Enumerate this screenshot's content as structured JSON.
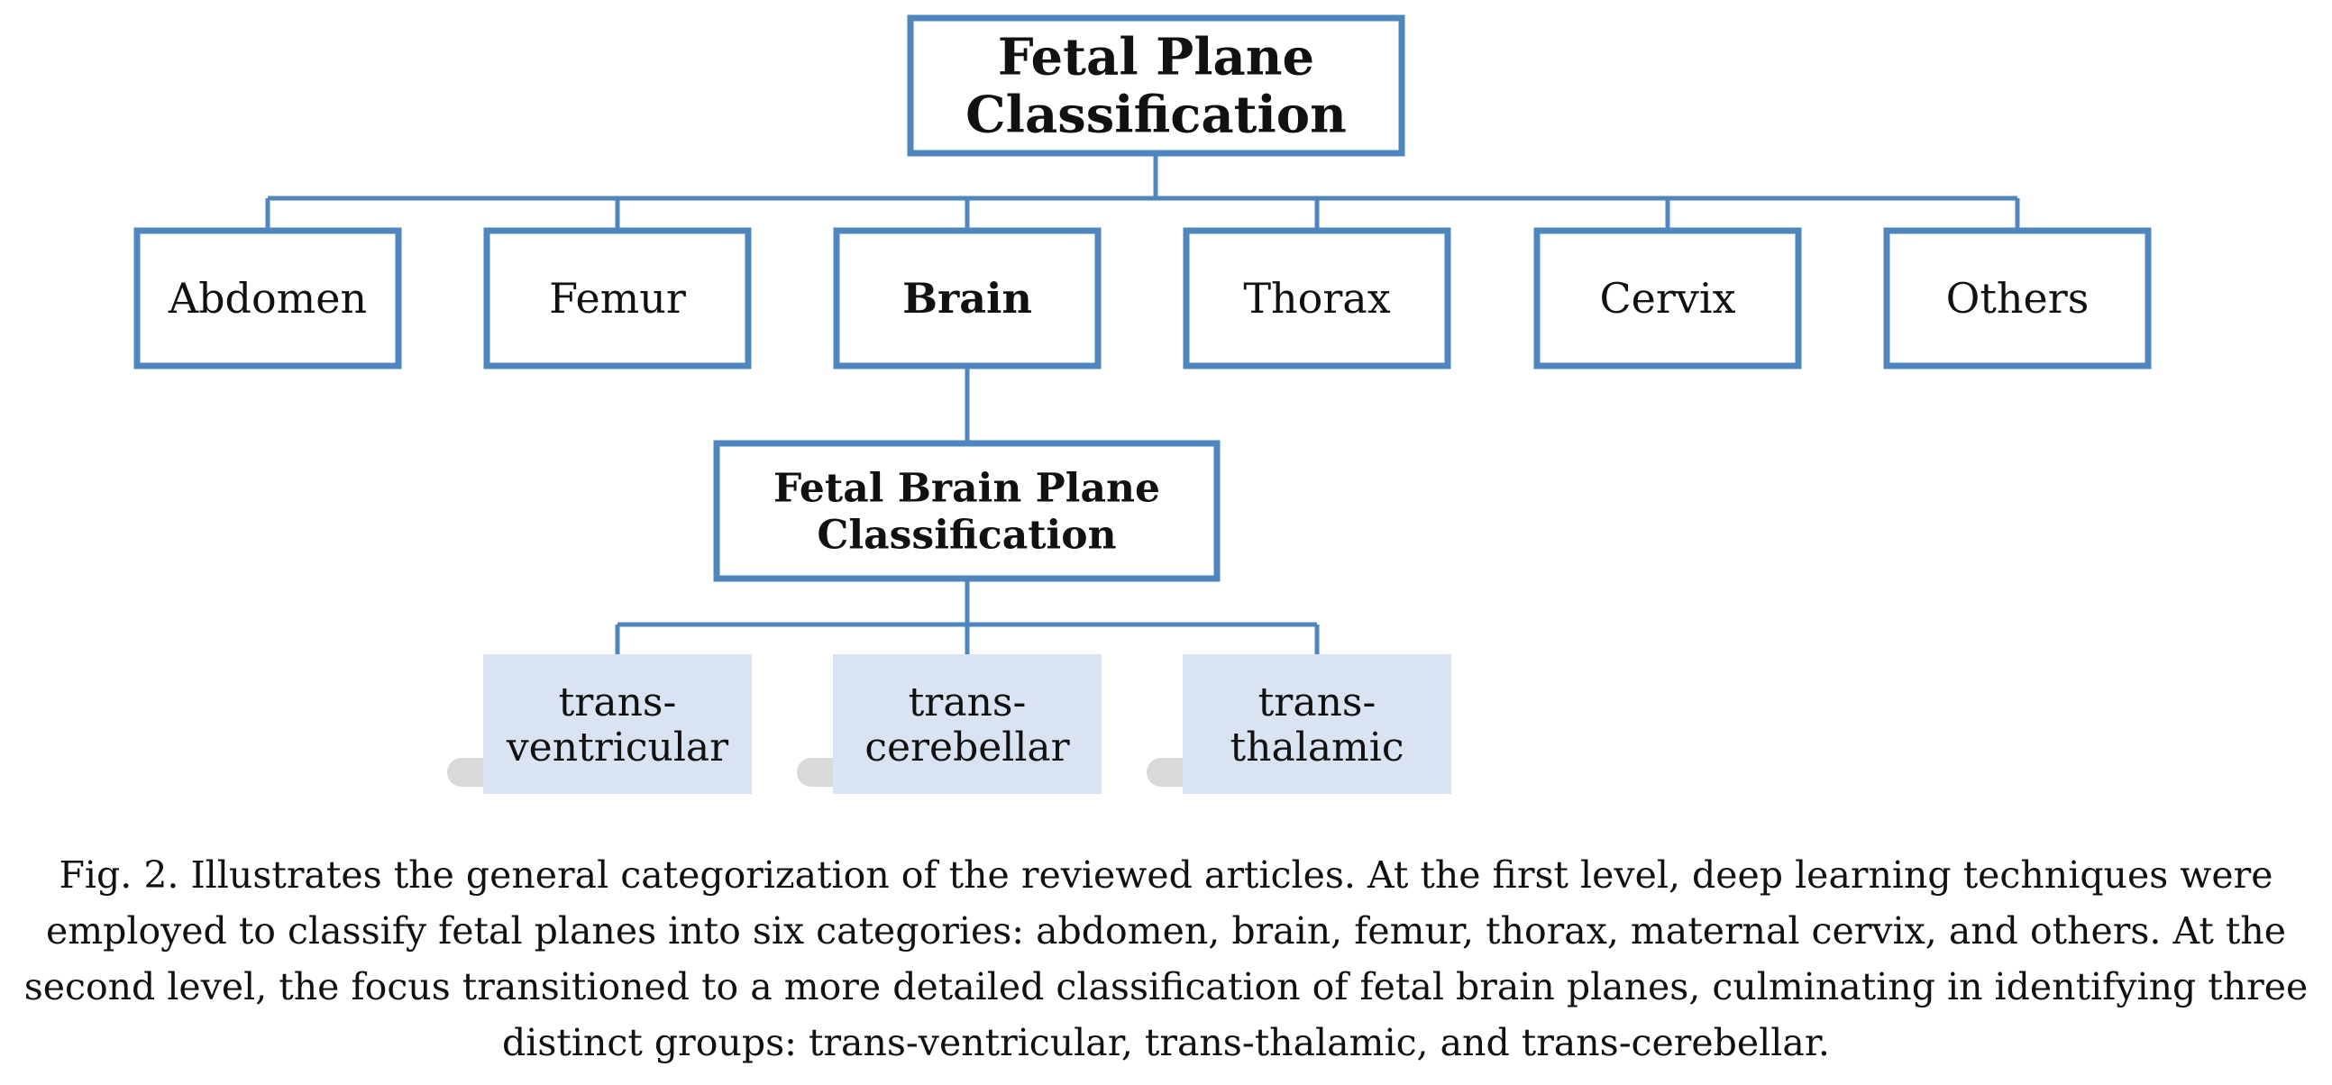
{
  "root": {
    "lines": [
      "Fetal Plane",
      "Classification"
    ]
  },
  "categories": [
    {
      "lines": [
        "Abdomen"
      ],
      "bold": false
    },
    {
      "lines": [
        "Femur"
      ],
      "bold": false
    },
    {
      "lines": [
        "Brain"
      ],
      "bold": true
    },
    {
      "lines": [
        "Thorax"
      ],
      "bold": false
    },
    {
      "lines": [
        "Cervix"
      ],
      "bold": false
    },
    {
      "lines": [
        "Others"
      ],
      "bold": false
    }
  ],
  "brain_subtree": {
    "lines": [
      "Fetal Brain Plane",
      "Classification"
    ]
  },
  "brain_planes": [
    {
      "lines": [
        "trans-",
        "ventricular"
      ]
    },
    {
      "lines": [
        "trans-",
        "cerebellar"
      ]
    },
    {
      "lines": [
        "trans-",
        "thalamic"
      ]
    }
  ],
  "caption": {
    "lines": [
      "Fig. 2. Illustrates the general categorization of the reviewed articles. At the first level, deep learning techniques were",
      "employed to classify fetal planes into six categories: abdomen, brain, femur, thorax, maternal cervix, and others. At the",
      "second level, the focus transitioned to a more detailed classification of fetal brain planes, culminating in identifying three",
      "distinct groups: trans-ventricular, trans-thalamic, and trans-cerebellar."
    ]
  },
  "colors": {
    "box_border": "#4f86bd",
    "leaf_fill": "#d9e3f2",
    "text": "#111111"
  }
}
